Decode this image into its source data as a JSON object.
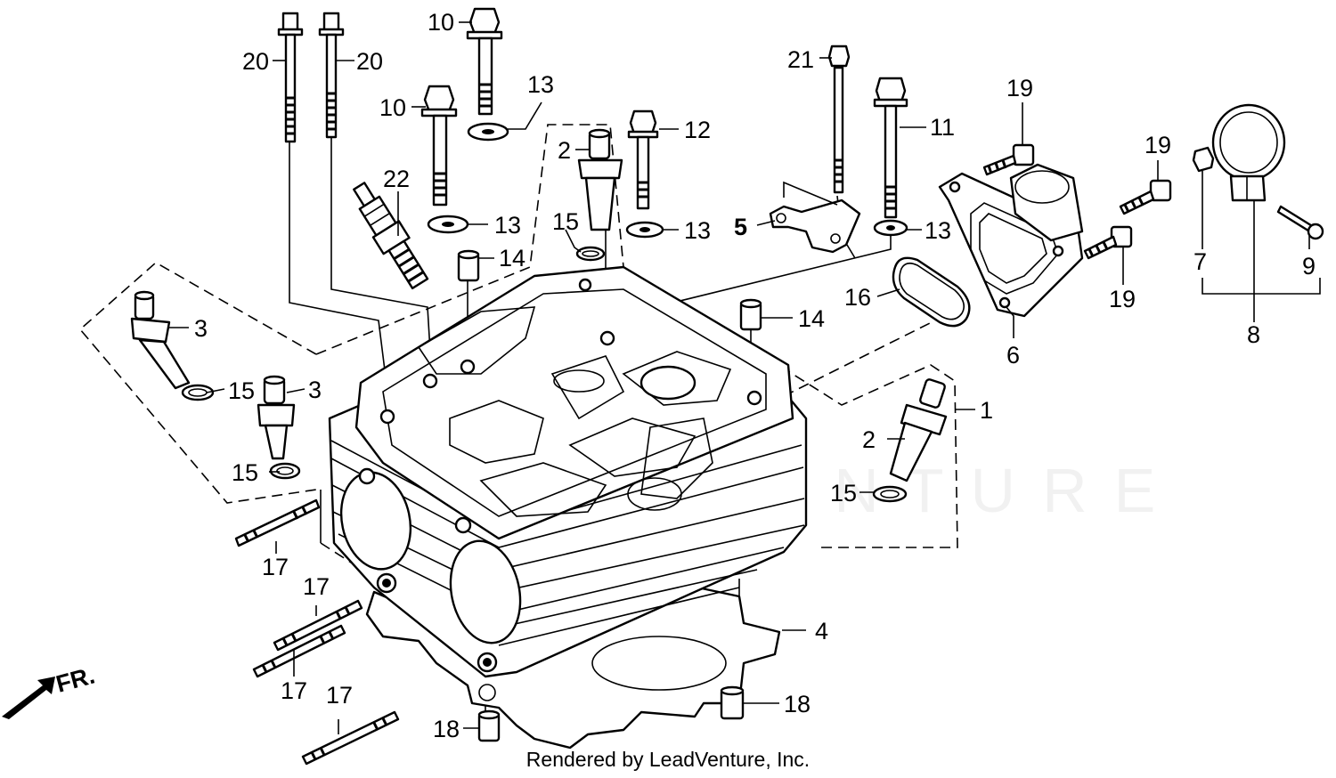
{
  "watermark": "LEADVENTURE",
  "footer": "Rendered by LeadVenture, Inc.",
  "front_marker": "FR.",
  "callouts": [
    {
      "id": "c20a",
      "label": "20"
    },
    {
      "id": "c20b",
      "label": "20"
    },
    {
      "id": "c10a",
      "label": "10"
    },
    {
      "id": "c10b",
      "label": "10"
    },
    {
      "id": "c13a",
      "label": "13"
    },
    {
      "id": "c13b",
      "label": "13"
    },
    {
      "id": "c13c",
      "label": "13"
    },
    {
      "id": "c13d",
      "label": "13"
    },
    {
      "id": "c12",
      "label": "12"
    },
    {
      "id": "c2a",
      "label": "2"
    },
    {
      "id": "c2b",
      "label": "2"
    },
    {
      "id": "c15a",
      "label": "15"
    },
    {
      "id": "c15b",
      "label": "15"
    },
    {
      "id": "c15c",
      "label": "15"
    },
    {
      "id": "c15d",
      "label": "15"
    },
    {
      "id": "c14a",
      "label": "14"
    },
    {
      "id": "c14b",
      "label": "14"
    },
    {
      "id": "c22",
      "label": "22"
    },
    {
      "id": "c21",
      "label": "21"
    },
    {
      "id": "c11",
      "label": "11"
    },
    {
      "id": "c5",
      "label": "5"
    },
    {
      "id": "c19a",
      "label": "19"
    },
    {
      "id": "c19b",
      "label": "19"
    },
    {
      "id": "c19c",
      "label": "19"
    },
    {
      "id": "c16",
      "label": "16"
    },
    {
      "id": "c6",
      "label": "6"
    },
    {
      "id": "c7",
      "label": "7"
    },
    {
      "id": "c8",
      "label": "8"
    },
    {
      "id": "c9",
      "label": "9"
    },
    {
      "id": "c3a",
      "label": "3"
    },
    {
      "id": "c3b",
      "label": "3"
    },
    {
      "id": "c1",
      "label": "1"
    },
    {
      "id": "c4",
      "label": "4"
    },
    {
      "id": "c17a",
      "label": "17"
    },
    {
      "id": "c17b",
      "label": "17"
    },
    {
      "id": "c17c",
      "label": "17"
    },
    {
      "id": "c17d",
      "label": "17"
    },
    {
      "id": "c18a",
      "label": "18"
    },
    {
      "id": "c18b",
      "label": "18"
    }
  ]
}
